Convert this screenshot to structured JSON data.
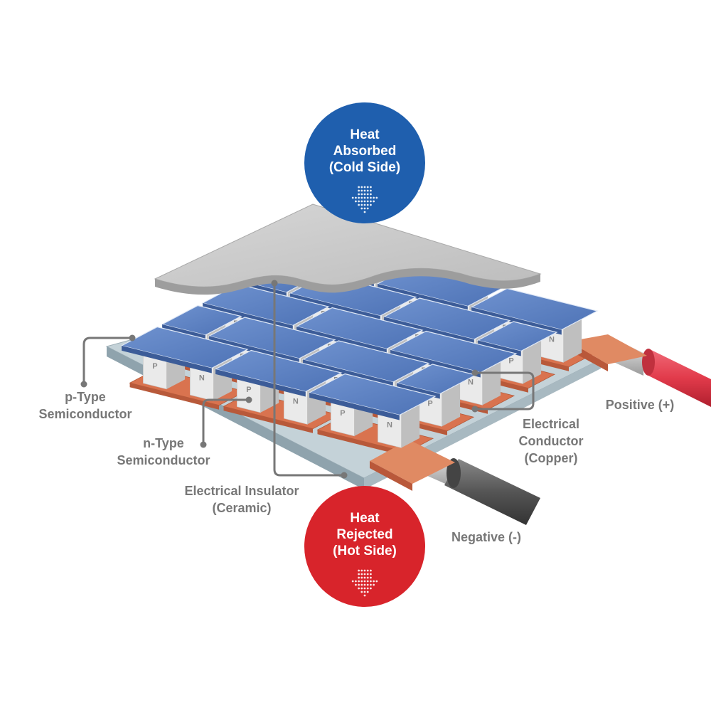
{
  "colors": {
    "cold": "#1f5fae",
    "hot": "#d8242b",
    "label": "#777777",
    "ceramic": "#b9c7cd",
    "copper": "#d9734f",
    "semiconductor": "#e6e6e6",
    "tile": "#5a7fc0",
    "positive_wire": "#e23b4b",
    "negative_wire": "#555555"
  },
  "badges": {
    "cold": {
      "lines": [
        "Heat",
        "Absorbed",
        "(Cold Side)"
      ],
      "icon": "down-arrow-dots-icon"
    },
    "hot": {
      "lines": [
        "Heat",
        "Rejected",
        "(Hot Side)"
      ],
      "icon": "down-arrow-dots-icon"
    }
  },
  "labels": {
    "p_type": [
      "p-Type",
      "Semiconductor"
    ],
    "n_type": [
      "n-Type",
      "Semiconductor"
    ],
    "insulator": [
      "Electrical Insulator",
      "(Ceramic)"
    ],
    "conductor": [
      "Electrical",
      "Conductor",
      "(Copper)"
    ],
    "positive": "Positive (+)",
    "negative": "Negative (-)"
  },
  "pellet_letters": {
    "p": "P",
    "n": "N"
  }
}
